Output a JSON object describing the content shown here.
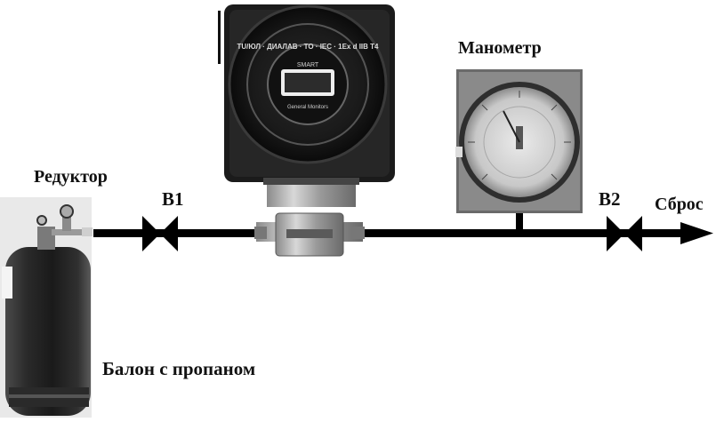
{
  "labels": {
    "manometer": "Манометр",
    "reducer": "Редуктор",
    "valve_1": "В1",
    "valve_2": "В2",
    "vent": "Сброс",
    "cylinder": "Балон с пропаном"
  },
  "components": {
    "sensor_face_text": {
      "ring": "TU/ЮЛ · ДИАЛАВ · ТО · IEC · 1Ex d IIB T4",
      "model": "SMART",
      "brand": "General Monitors"
    }
  },
  "colors": {
    "pipe": "#000000",
    "background": "#ffffff",
    "label": "#111111"
  }
}
